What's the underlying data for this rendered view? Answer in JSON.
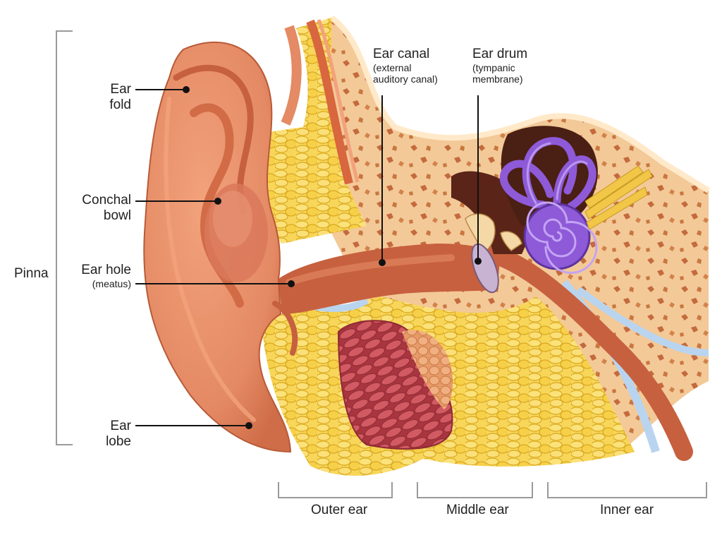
{
  "labels": {
    "pinna": "Pinna",
    "ear_fold": [
      "Ear",
      "fold"
    ],
    "conchal_bowl": [
      "Conchal",
      "bowl"
    ],
    "ear_hole": "Ear hole",
    "meatus": "(meatus)",
    "ear_lobe": [
      "Ear",
      "lobe"
    ],
    "ear_canal": "Ear canal",
    "ear_canal_sub": [
      "(external",
      "auditory canal)"
    ],
    "ear_drum": "Ear drum",
    "ear_drum_sub": [
      "(tympanic",
      "membrane)"
    ],
    "outer_ear": "Outer ear",
    "middle_ear": "Middle ear",
    "inner_ear": "Inner ear"
  },
  "colors": {
    "skin": "#e48a64",
    "skin_dark": "#c6603f",
    "fat": "#f6d24a",
    "fat_outline": "#d9a81e",
    "bone": "#f3c998",
    "bone_spots": "#c46a3c",
    "canal": "#c7603e",
    "cochlea": "#8e5ad8",
    "muscle": "#c2444e",
    "nerve": "#f2c646",
    "fluid": "#b9d4ef"
  }
}
